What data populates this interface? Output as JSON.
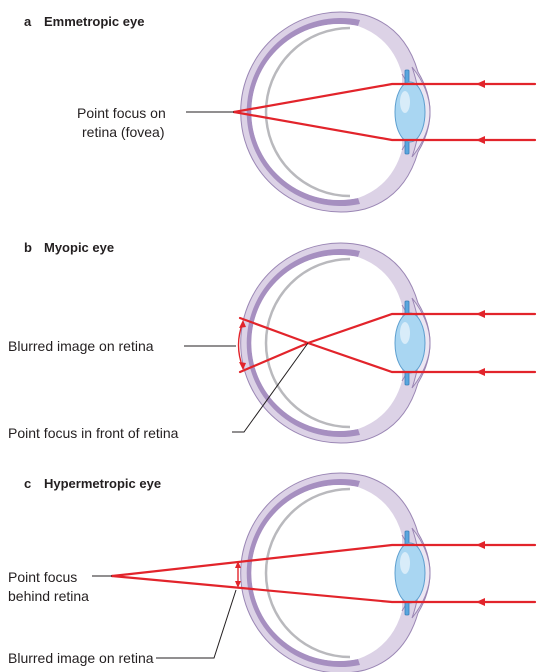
{
  "panels": [
    {
      "letter": "a",
      "title": "Emmetropic eye",
      "labels": [
        "Point focus on",
        "retina (fovea)"
      ]
    },
    {
      "letter": "b",
      "title": "Myopic eye",
      "labels": [
        "Blurred image on retina",
        "Point focus in front of retina"
      ]
    },
    {
      "letter": "c",
      "title": "Hypermetropic eye",
      "labels": [
        "Point focus",
        "behind retina",
        "Blurred image on retina"
      ]
    }
  ],
  "colors": {
    "ray": "#e2242b",
    "sclera": "#dcd2e6",
    "choroid": "#a68fc0",
    "retina": "#b9b9bd",
    "lens": "#a9d6f2",
    "iris": "#5aa7de",
    "text": "#231f20"
  }
}
